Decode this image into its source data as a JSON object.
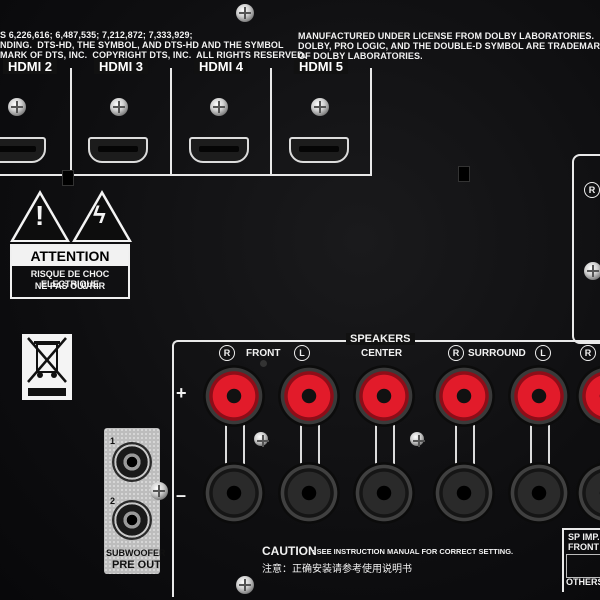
{
  "license_texts": {
    "dts": [
      "S 6,226,616; 6,487,535; 7,212,872; 7,333,929;",
      "NDING.  DTS-HD, THE SYMBOL, AND DTS-HD AND THE SYMBOL",
      "MARK OF DTS, INC.  COPYRIGHT DTS, INC.  ALL RIGHTS RESERVED."
    ],
    "dolby": [
      "MANUFACTURED UNDER LICENSE FROM DOLBY LABORATORIES.",
      "DOLBY, PRO LOGIC, AND THE DOUBLE-D SYMBOL ARE TRADEMARKS",
      "OF DOLBY LABORATORIES."
    ]
  },
  "hdmi": {
    "labels": [
      "HDMI 2",
      "HDMI 3",
      "HDMI 4",
      "HDMI 5"
    ]
  },
  "warning": {
    "title": "ATTENTION",
    "line1": "RISQUE DE CHOC ELECTRIQUE",
    "line2": "NE PAS OUVRIR"
  },
  "speakers": {
    "title": "SPEAKERS",
    "front": "FRONT",
    "center": "CENTER",
    "surround": "SURROUND",
    "right_mark": "R",
    "left_mark": "L",
    "plus": "+",
    "minus": "–"
  },
  "caution": {
    "label": "CAUTION",
    "text": ": SEE INSTRUCTION MANUAL FOR CORRECT SETTING.",
    "chinese": "注意：正确安装请参考使用说明书"
  },
  "subwoofer": {
    "jack1": "1",
    "jack2": "2",
    "label1": "SUBWOOFER",
    "label2": "PRE OUT"
  },
  "sp_imp": {
    "line1": "SP IMP.",
    "line2": "FRONT",
    "line3": "OTHERS"
  },
  "colors": {
    "panel": "#0e0e10",
    "print": "#f2f2f2",
    "terminal_red": "#e21b2a"
  }
}
